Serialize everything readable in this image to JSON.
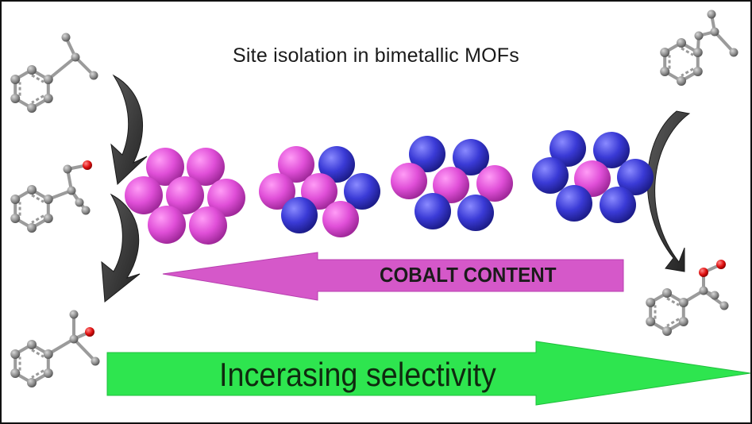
{
  "title": "Site isolation in bimetallic MOFs",
  "cobalt_arrow": {
    "label": "COBALT CONTENT",
    "color": "#d558c9"
  },
  "selectivity_arrow": {
    "label": "Incerasing selectivity",
    "color": "#2ee54f"
  },
  "colors": {
    "cobalt_sphere": "#e04fd8",
    "second_metal_sphere": "#3a3ad6",
    "carbon_atom": "#8f8f8f",
    "oxygen_atom": "#e01010",
    "curved_arrow": "#3a3a3a"
  },
  "clusters": [
    {
      "name": "cluster-1",
      "pattern": [
        "co",
        "co",
        "co",
        "co",
        "co",
        "co",
        "co"
      ]
    },
    {
      "name": "cluster-2",
      "pattern": [
        "co",
        "m",
        "co",
        "co",
        "m",
        "m",
        "co"
      ]
    },
    {
      "name": "cluster-3",
      "pattern": [
        "m",
        "m",
        "co",
        "co",
        "co",
        "m",
        "m"
      ]
    },
    {
      "name": "cluster-4",
      "pattern": [
        "m",
        "m",
        "m",
        "co",
        "m",
        "m",
        "m"
      ]
    }
  ],
  "molecules": [
    {
      "name": "cumene-left"
    },
    {
      "name": "cumyl-alcohol-left"
    },
    {
      "name": "acetophenone-left"
    },
    {
      "name": "cumene-right"
    },
    {
      "name": "cumyl-alcohol-right"
    }
  ]
}
